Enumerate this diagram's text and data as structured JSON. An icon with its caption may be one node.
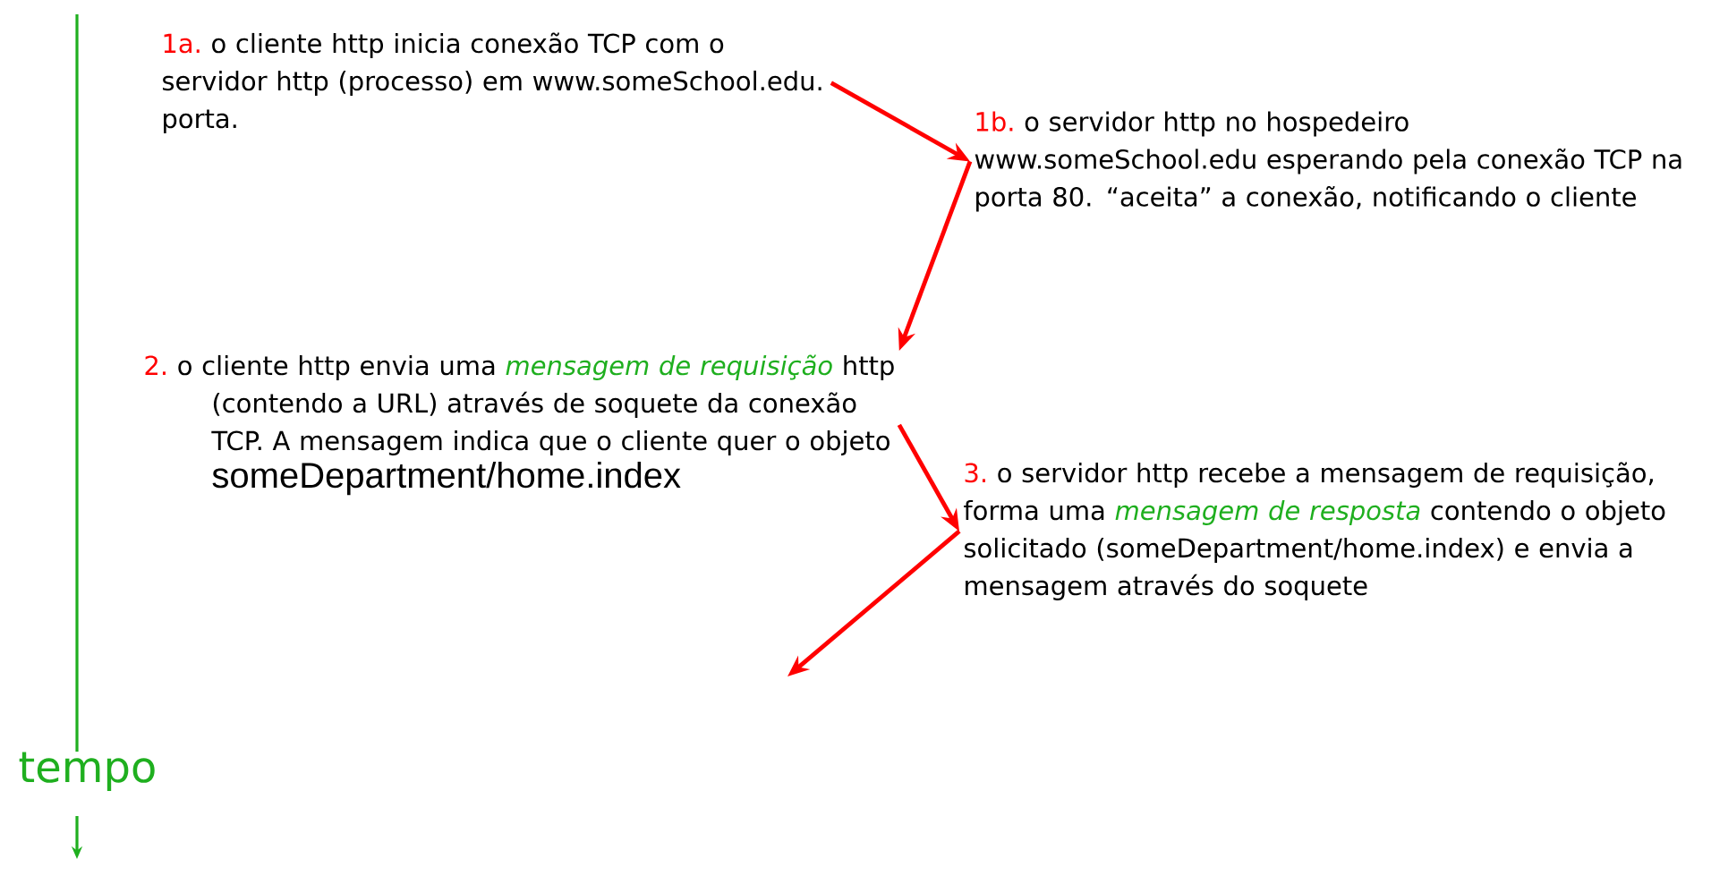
{
  "diagram": {
    "nodes": [
      {
        "text": [
          "1a.",
          "o cliente http inicia conexão TCP com o servidor  http  (processo) em  www.someSchool.edu. porta."
        ]
      },
      {
        "text": [
          "1b.",
          "o servidor http no hospedeiro www.someSchool.edu esperando pela conexão TCP na porta 80.  “aceita” a conexão, notificando o cliente"
        ]
      },
      {
        "text": [
          "2.",
          "o cliente http envia uma *mensagem de requisição* http (contendo a URL) através de soquete da conexão  TCP. A mensagem indica que o cliente quer o objeto",
          "someDepartment/home.index"
        ]
      },
      {
        "text": [
          "3.",
          "o servidor http  recebe a mensagem de requisição, forma uma  *mensagem de resposta* contendo o objeto solicitado (someDepartment/home.index) e  envia a mensagem através do soquete"
        ]
      }
    ],
    "edges": [
      {
        "from": 0,
        "to": 1,
        "arrow": "to"
      },
      {
        "from": 1,
        "to": 2,
        "arrow": "to"
      },
      {
        "from": 2,
        "to": 3,
        "arrow": "to"
      },
      {
        "from": 3,
        "to": null,
        "arrow": "to"
      }
    ],
    "labels": [
      "tempo"
    ]
  }
}
